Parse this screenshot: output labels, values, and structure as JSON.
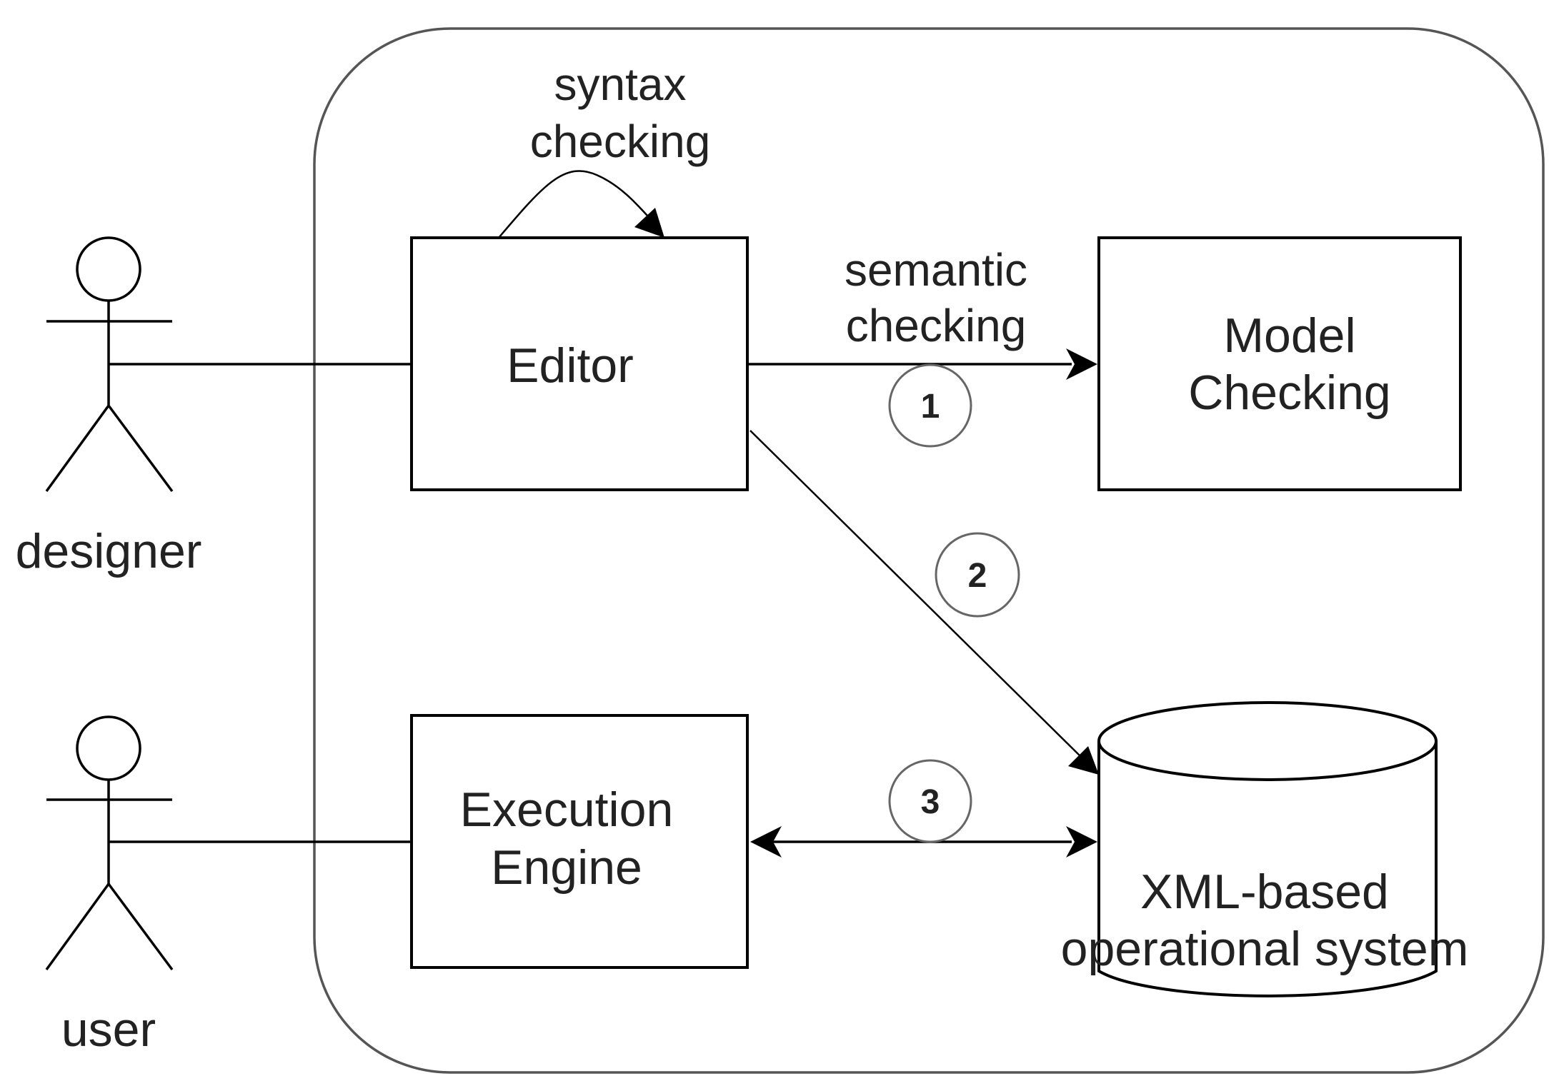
{
  "actors": {
    "designer": "designer",
    "user": "user"
  },
  "components": {
    "editor": "Editor",
    "model_checking": [
      "Model",
      "Checking"
    ],
    "execution_engine": [
      "Execution",
      "Engine"
    ],
    "xml_system": [
      "XML-based",
      "operational system"
    ]
  },
  "edges": {
    "syntax_checking": [
      "syntax",
      "checking"
    ],
    "semantic_checking": [
      "semantic",
      "checking"
    ]
  },
  "steps": {
    "step1": "1",
    "step2": "2",
    "step3": "3"
  }
}
